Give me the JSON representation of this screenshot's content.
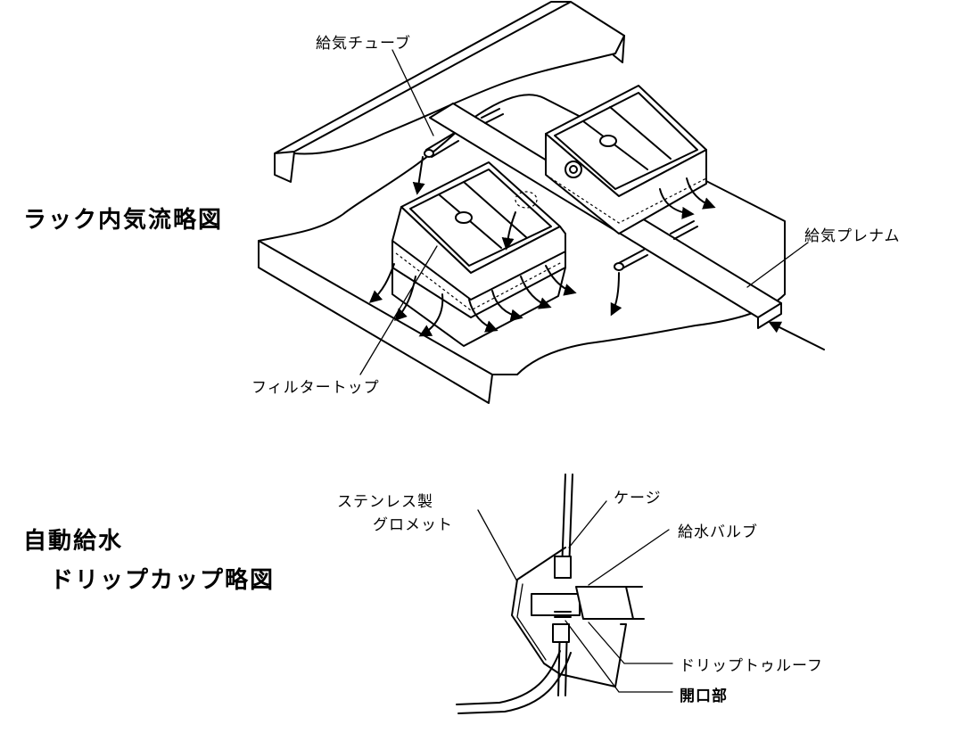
{
  "titles": {
    "rack_airflow": "ラック内気流略図",
    "auto_water_line1": "自動給水",
    "auto_water_line2": "ドリップカップ略図"
  },
  "labels": {
    "supply_tube": "給気チューブ",
    "supply_plenum": "給気プレナム",
    "filter_top": "フィルタートップ",
    "stainless_line1": "ステンレス製",
    "stainless_line2": "グロメット",
    "cage": "ケージ",
    "water_valve": "給水バルブ",
    "drip_trough": "ドリップトゥルーフ",
    "opening": "開口部"
  },
  "colors": {
    "ink": "#000000",
    "paper": "#ffffff"
  }
}
